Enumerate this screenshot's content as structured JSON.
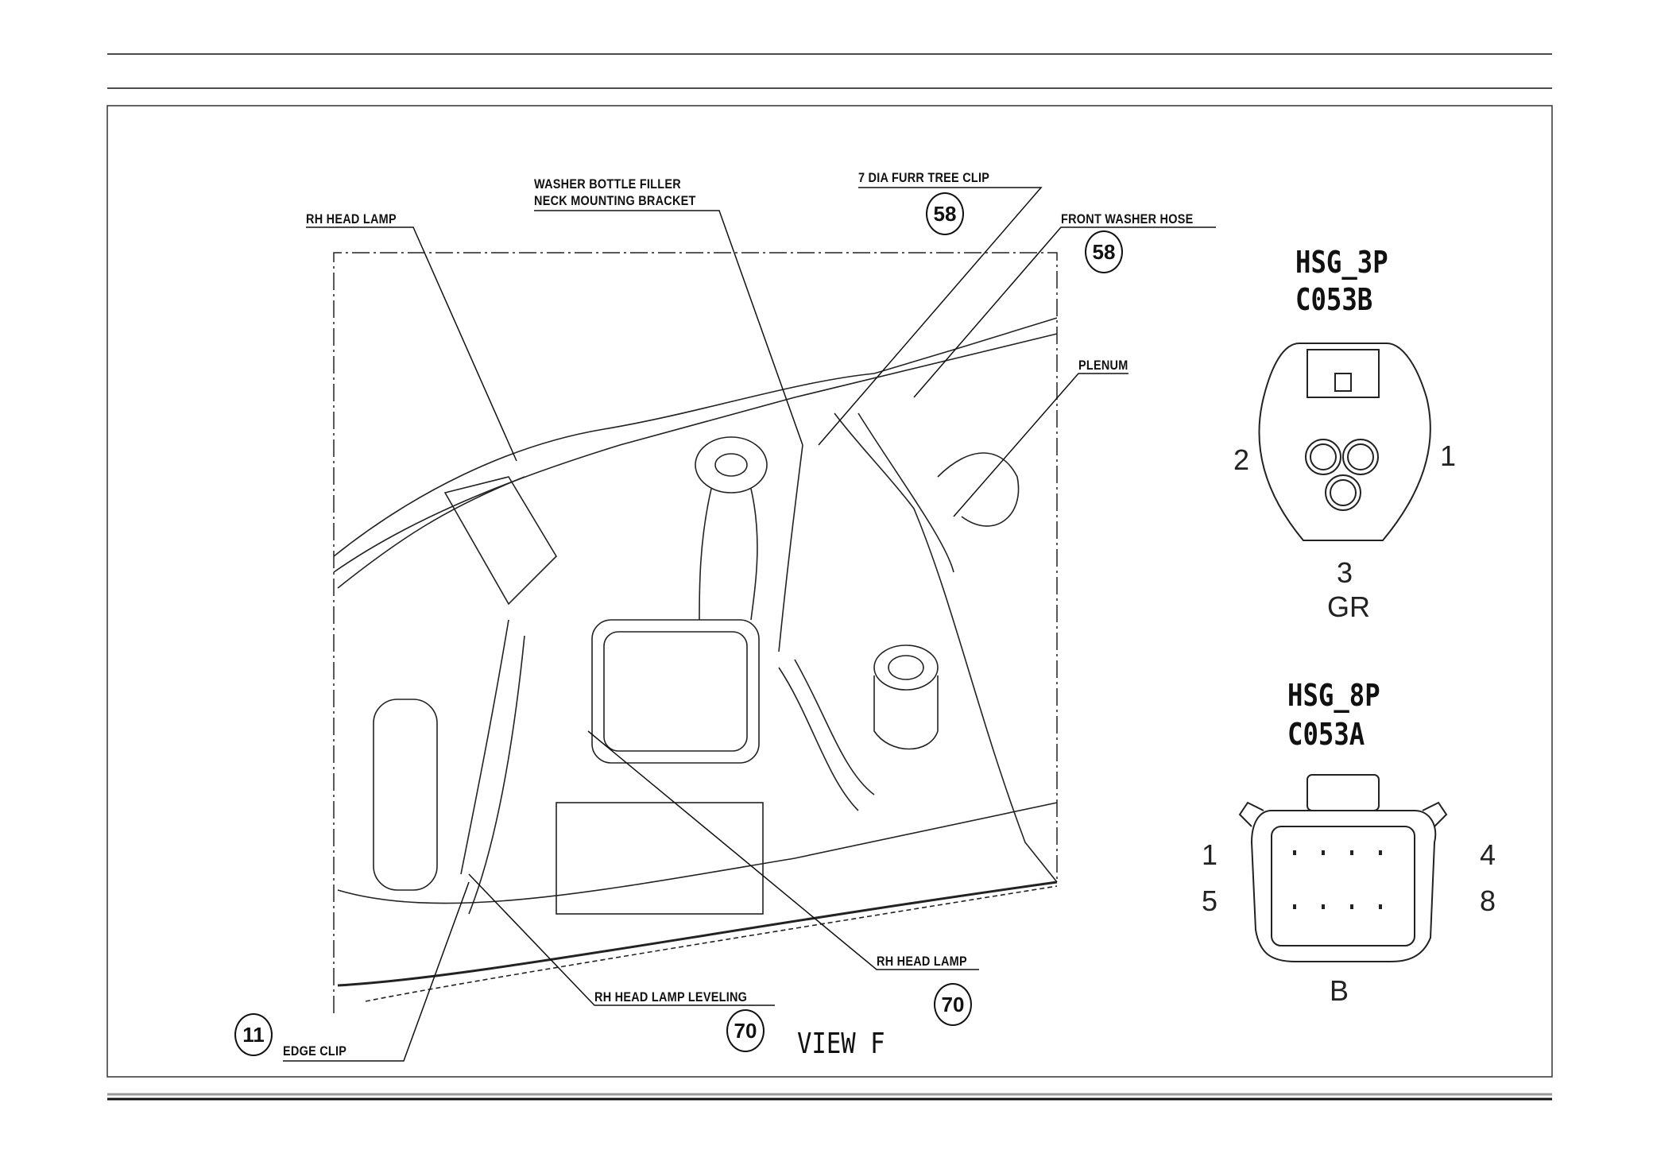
{
  "callouts": {
    "rh_head_lamp_top": "RH HEAD LAMP",
    "washer_bracket_line1": "WASHER BOTTLE FILLER",
    "washer_bracket_line2": "NECK MOUNTING BRACKET",
    "furr_tree_clip": "7 DIA FURR TREE CLIP",
    "furr_tree_clip_ref": "58",
    "front_washer_hose": "FRONT WASHER HOSE",
    "front_washer_hose_ref": "58",
    "plenum": "PLENUM",
    "rh_head_lamp_bottom": "RH HEAD LAMP",
    "rh_head_lamp_bottom_ref": "70",
    "rh_head_lamp_leveling": "RH HEAD LAMP LEVELING",
    "rh_head_lamp_leveling_ref": "70",
    "edge_clip": "EDGE CLIP",
    "edge_clip_ref": "11"
  },
  "view_label": "VIEW F",
  "connectors": [
    {
      "housing": "HSG_3P",
      "id": "C053B",
      "pins": [
        "2",
        "1",
        "3"
      ],
      "color": "GR"
    },
    {
      "housing": "HSG_8P",
      "id": "C053A",
      "pins": [
        "1",
        "5",
        "4",
        "8"
      ],
      "color": "B"
    }
  ]
}
